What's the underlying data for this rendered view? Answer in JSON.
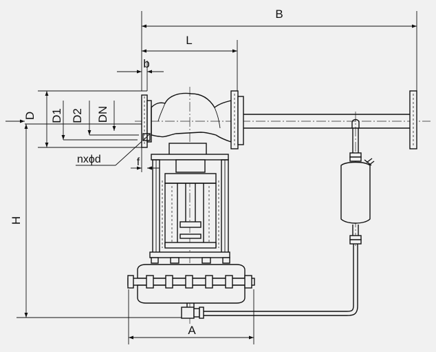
{
  "labels": {
    "B": "B",
    "L": "L",
    "b": "b",
    "D": "D",
    "D1": "D1",
    "D2": "D2",
    "DN": "DN",
    "nxd": "nxϕd",
    "f": "f",
    "H": "H",
    "A": "A"
  },
  "colors": {
    "background": "#f1f1f1",
    "line": "#111111"
  }
}
